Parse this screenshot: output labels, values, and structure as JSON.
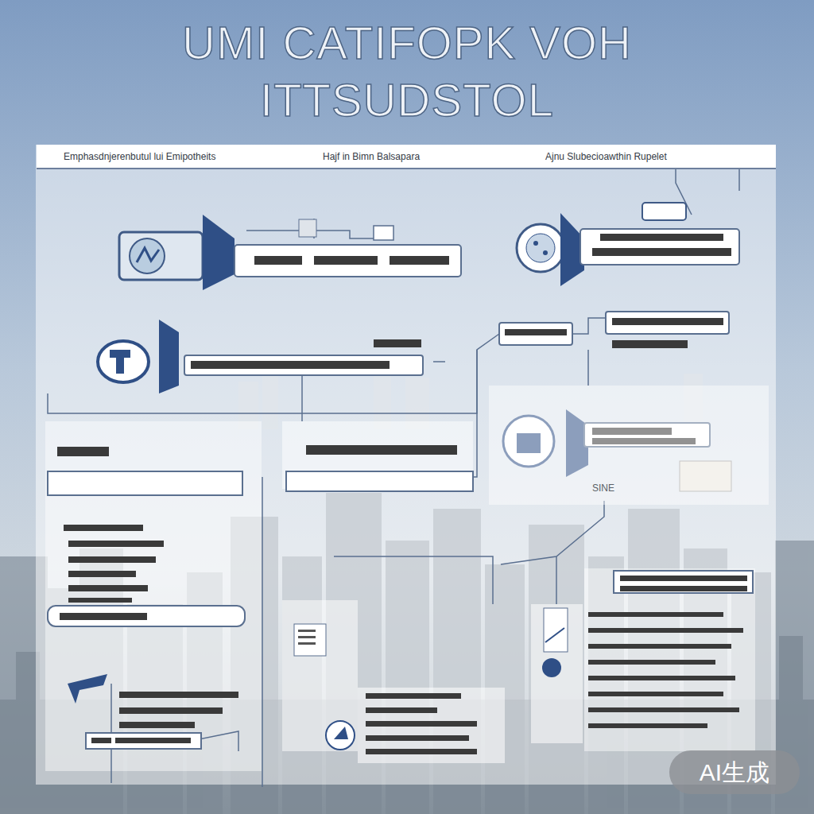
{
  "diagram": {
    "title": "UMI CATIFOPK VOH ITTSUDSTOL",
    "nodes": [
      {
        "text": [
          "Emphasdnjerenbutul lui Emipotheits",
          "Hajf in Bimn Balsapara",
          "Ajnu Slubecioawthin Rupelet"
        ]
      },
      {
        "text": [
          "SINE"
        ]
      }
    ],
    "labels": [
      "AI生成"
    ]
  }
}
